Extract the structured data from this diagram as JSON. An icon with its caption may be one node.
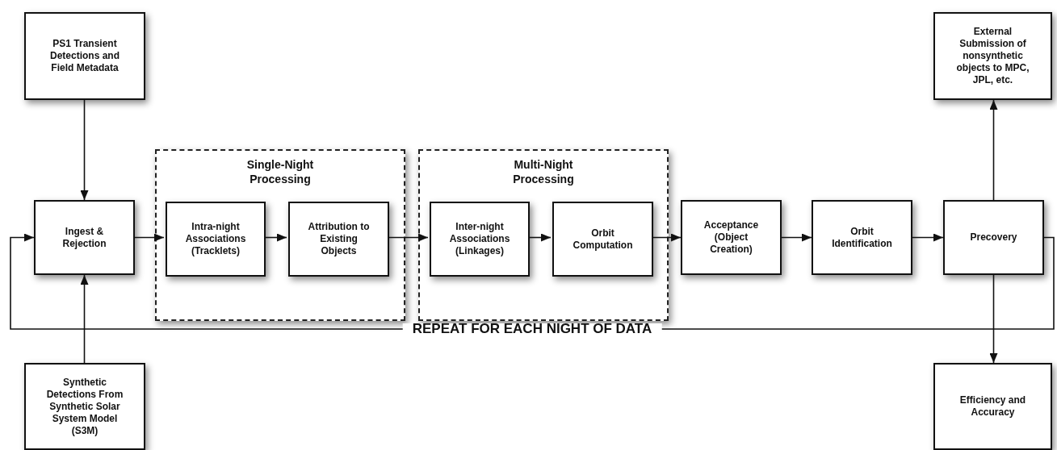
{
  "diagram": {
    "nodes": [
      {
        "text": [
          "PS1 Transient Detections and Field Metadata"
        ]
      },
      {
        "text": [
          "Ingest & Rejection"
        ]
      },
      {
        "text": [
          "Single-Night Processing"
        ]
      },
      {
        "text": [
          "Intra-night Associations (Tracklets)"
        ],
        "in": 2
      },
      {
        "text": [
          "Attribution to Existing Objects"
        ],
        "in": 2
      },
      {
        "text": [
          "Multi-Night Processing"
        ]
      },
      {
        "text": [
          "Inter-night Associations (Linkages)"
        ],
        "in": 5
      },
      {
        "text": [
          "Orbit Computation"
        ],
        "in": 5
      },
      {
        "text": [
          "Acceptance (Object Creation)"
        ]
      },
      {
        "text": [
          "Orbit Identification"
        ]
      },
      {
        "text": [
          "Precovery"
        ]
      },
      {
        "text": [
          "External Submission of nonsynthetic objects to MPC, JPL, etc."
        ]
      },
      {
        "text": [
          "Synthetic Detections From Synthetic Solar System Model (S3M)"
        ]
      },
      {
        "text": [
          "Efficiency and Accuracy"
        ]
      }
    ],
    "edges": [
      {
        "from": 0,
        "to": 1,
        "arrow": "to"
      },
      {
        "from": 12,
        "to": 1,
        "arrow": "to"
      },
      {
        "from": 1,
        "to": 3,
        "arrow": "to"
      },
      {
        "from": 3,
        "to": 4,
        "arrow": "to"
      },
      {
        "from": 4,
        "to": 6,
        "arrow": "to"
      },
      {
        "from": 6,
        "to": 7,
        "arrow": "to"
      },
      {
        "from": 7,
        "to": 8,
        "arrow": "to"
      },
      {
        "from": 8,
        "to": 9,
        "arrow": "to"
      },
      {
        "from": 9,
        "to": 10,
        "arrow": "to"
      },
      {
        "from": 10,
        "to": 11,
        "arrow": "to"
      },
      {
        "from": 10,
        "to": 13,
        "arrow": "to"
      },
      {
        "from": 10,
        "to": 1,
        "arrow": "to",
        "label": "REPEAT FOR EACH NIGHT OF DATA"
      }
    ]
  }
}
